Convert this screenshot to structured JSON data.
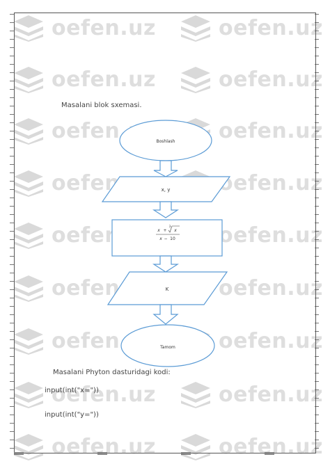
{
  "watermark": {
    "text": "oefen.uz",
    "icon": "stacked-layers-logo"
  },
  "document": {
    "caption": "Masalani blok sxemasi.",
    "python_caption": "Masalani Phyton dasturidagi kodi:",
    "code_lines": [
      "input(int(\"x=\"))",
      "input(int(\"y=\"))"
    ]
  },
  "flowchart": {
    "start_label": "Boshlash",
    "input_label": "x, y",
    "formula": {
      "num_a": "x",
      "num_op": "+",
      "root_index": "3",
      "root_arg": "x",
      "den_a": "x",
      "den_op": "−",
      "den_b": "10"
    },
    "output_label": "K",
    "end_label": "Tamom",
    "colors": {
      "stroke": "#5b9bd5",
      "fill": "#ffffff"
    }
  }
}
